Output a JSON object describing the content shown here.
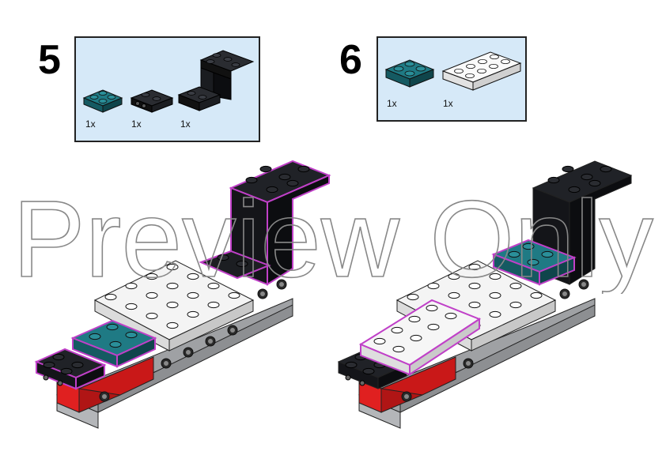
{
  "steps": [
    {
      "number": "5",
      "parts": [
        {
          "icon": "teal-plate-2x2-icon",
          "qty": "1x"
        },
        {
          "icon": "black-bracket-1x2-icon",
          "qty": "1x"
        },
        {
          "icon": "black-bracket-2x2-up-icon",
          "qty": "1x"
        }
      ]
    },
    {
      "number": "6",
      "parts": [
        {
          "icon": "teal-plate-2x2-icon",
          "qty": "1x"
        },
        {
          "icon": "white-plate-2x4-icon",
          "qty": "1x"
        }
      ]
    }
  ],
  "watermark": "Preview Only",
  "colors": {
    "parts_box_bg": "#d6e9f8",
    "teal": "#1b6b74",
    "black": "#16181c",
    "white": "#f7f7f7",
    "red": "#d21b1b",
    "gray": "#a7a9ac",
    "highlight": "#c040c8"
  }
}
